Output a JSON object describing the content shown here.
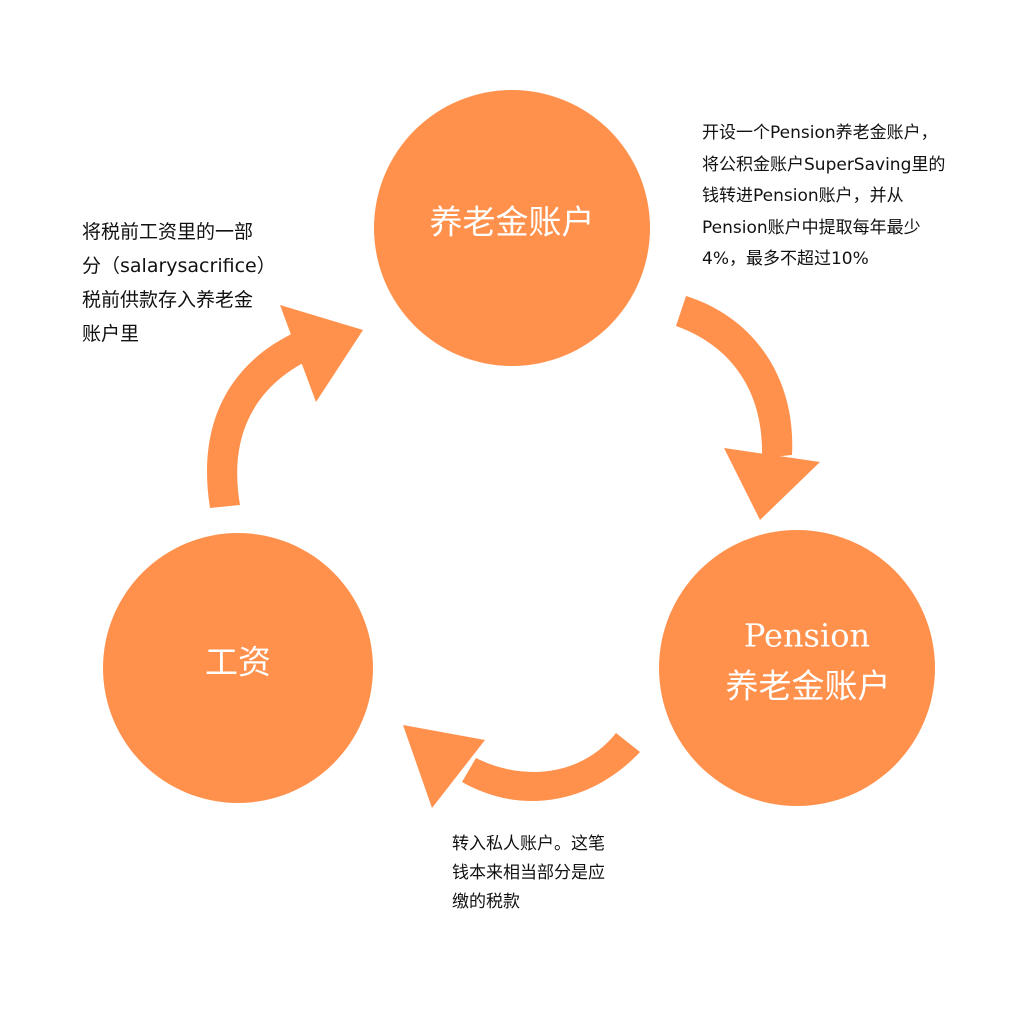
{
  "colors": {
    "accent": "#ff914d",
    "node_text": "#ffffff",
    "annotation_text": "#111111",
    "background": "#ffffff"
  },
  "nodes": {
    "pension_account": {
      "label": "养老金账户"
    },
    "pension_retirement": {
      "label_line1": "Pension",
      "label_line2": "养老金账户"
    },
    "salary": {
      "label": "工资"
    }
  },
  "annotations": {
    "salary_to_pension": {
      "lines": [
        "将税前工资里的一部",
        "分（salarysacrifice）",
        "税前供款存入养老金",
        "账户里"
      ]
    },
    "pension_to_retirement": {
      "lines": [
        "开设一个Pension养老金账户，",
        "将公积金账户SuperSaving里的",
        "钱转进Pension账户，并从",
        "Pension账户中提取每年最少",
        "4%，最多不超过10%"
      ]
    },
    "retirement_to_salary": {
      "lines": [
        "转入私人账户。这笔",
        "钱本来相当部分是应",
        "缴的税款"
      ]
    }
  }
}
